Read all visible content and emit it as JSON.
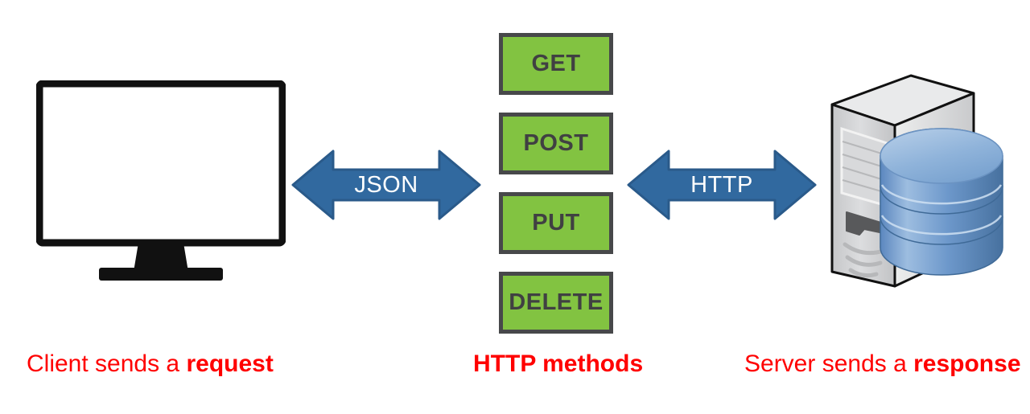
{
  "diagram": {
    "title": "HTTP client-server request/response diagram",
    "colors": {
      "method_box_fill": "#82c341",
      "method_box_border": "#47484a",
      "method_label": "#404042",
      "arrow_fill": "#31699f",
      "arrow_stroke": "#2a5a8a",
      "arrow_label": "#ffffff",
      "caption": "#ff0000",
      "monitor_outline": "#111111",
      "server_case": "#d2d3d5",
      "database_blue": "#7fa7d0",
      "background": "#ffffff"
    },
    "client": {
      "icon": "desktop-monitor-icon",
      "caption_prefix": "Client sends a ",
      "caption_emphasis": "request"
    },
    "server": {
      "icon": "server-tower-database-icon",
      "caption_prefix": "Server sends a ",
      "caption_emphasis": "response"
    },
    "middle": {
      "caption": "HTTP methods",
      "methods": [
        {
          "label": "GET"
        },
        {
          "label": "POST"
        },
        {
          "label": "PUT"
        },
        {
          "label": "DELETE"
        }
      ]
    },
    "arrows": [
      {
        "name": "json-arrow",
        "label": "JSON",
        "direction": "bidirectional"
      },
      {
        "name": "http-arrow",
        "label": "HTTP",
        "direction": "bidirectional"
      }
    ]
  }
}
